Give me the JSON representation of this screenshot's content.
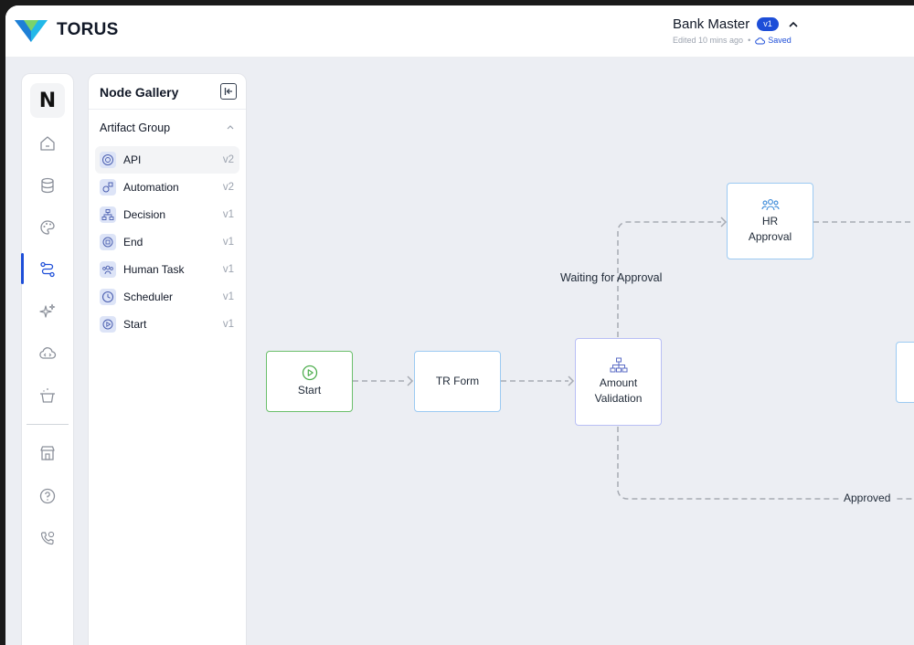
{
  "app": {
    "name": "TORUS"
  },
  "document": {
    "title": "Bank Master",
    "version": "v1",
    "edited": "Edited 10 mins ago",
    "separator": "•",
    "status": "Saved"
  },
  "rail": {
    "logo_letter": "N",
    "items": [
      {
        "name": "home-icon"
      },
      {
        "name": "database-icon"
      },
      {
        "name": "palette-icon"
      },
      {
        "name": "flow-icon",
        "active": true
      },
      {
        "name": "sparkles-icon"
      },
      {
        "name": "cloud-code-icon"
      },
      {
        "name": "bucket-icon"
      },
      {
        "name": "store-icon"
      },
      {
        "name": "help-icon"
      },
      {
        "name": "support-icon"
      }
    ]
  },
  "gallery": {
    "title": "Node Gallery",
    "group": "Artifact Group",
    "items": [
      {
        "label": "API",
        "version": "v2",
        "icon": "api-icon"
      },
      {
        "label": "Automation",
        "version": "v2",
        "icon": "automation-icon"
      },
      {
        "label": "Decision",
        "version": "v1",
        "icon": "decision-icon"
      },
      {
        "label": "End",
        "version": "v1",
        "icon": "end-icon"
      },
      {
        "label": "Human Task",
        "version": "v1",
        "icon": "human-task-icon"
      },
      {
        "label": "Scheduler",
        "version": "v1",
        "icon": "scheduler-icon"
      },
      {
        "label": "Start",
        "version": "v1",
        "icon": "start-icon"
      }
    ]
  },
  "flow": {
    "nodes": {
      "start": "Start",
      "tr_form": "TR Form",
      "amount_validation_line1": "Amount",
      "amount_validation_line2": "Validation",
      "hr_approval_line1": "HR",
      "hr_approval_line2": "Approval"
    },
    "edges": {
      "waiting": "Waiting for Approval",
      "approved": "Approved"
    }
  },
  "colors": {
    "accent": "#1d4ed8",
    "canvas": "#eceef3",
    "start_border": "#6bbf6b",
    "node_border": "#9ccaf2",
    "decision_border": "#b9bff5"
  }
}
